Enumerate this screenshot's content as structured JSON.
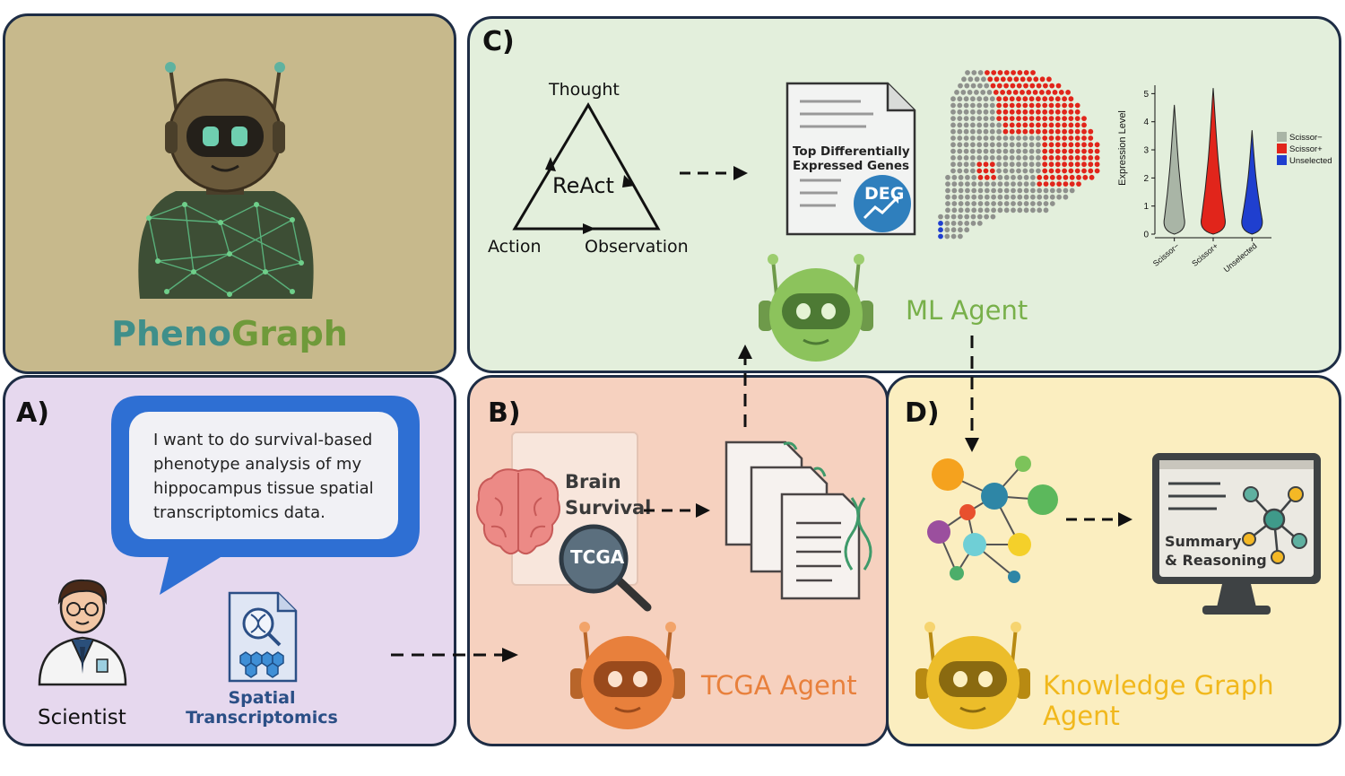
{
  "title": {
    "part1": "Pheno",
    "part2": "Graph",
    "color1": "#3f8f8a",
    "color2": "#6f9a3a"
  },
  "panels": {
    "a": {
      "label": "A)",
      "bubble_text": "I want to do survival-based phenotype analysis of my hippocampus tissue spatial transcriptomics data.",
      "scientist_label": "Scientist",
      "st_label_1": "Spatial",
      "st_label_2": "Transcriptomics"
    },
    "b": {
      "label": "B)",
      "brain_1": "Brain",
      "brain_2": "Survival",
      "tcga_badge": "TCGA",
      "agent_name": "TCGA Agent",
      "agent_color": "#e8803c"
    },
    "c": {
      "label": "C)",
      "thought": "Thought",
      "react": "ReAct",
      "action": "Action",
      "observation": "Observation",
      "doc_line_1": "Top Differentially",
      "doc_line_2": "Expressed Genes",
      "deg": "DEG",
      "agent_name": "ML Agent",
      "agent_color": "#78b04a"
    },
    "d": {
      "label": "D)",
      "summary_1": "Summary",
      "summary_2": "& Reasoning",
      "agent_name": "Knowledge Graph Agent",
      "agent_color": "#f1b81c"
    }
  },
  "chart_data": {
    "type": "violin",
    "ylabel": "Expression Level",
    "yticks": [
      0,
      1,
      2,
      3,
      4,
      5
    ],
    "ylim": [
      0,
      5.3
    ],
    "categories": [
      "Scissor−",
      "Scissor+",
      "Unselected"
    ],
    "series": [
      {
        "name": "Scissor−",
        "color": "#a9b5a6",
        "max": 4.6
      },
      {
        "name": "Scissor+",
        "color": "#e1251b",
        "max": 5.2
      },
      {
        "name": "Unselected",
        "color": "#1f3fcf",
        "max": 3.7
      }
    ]
  }
}
